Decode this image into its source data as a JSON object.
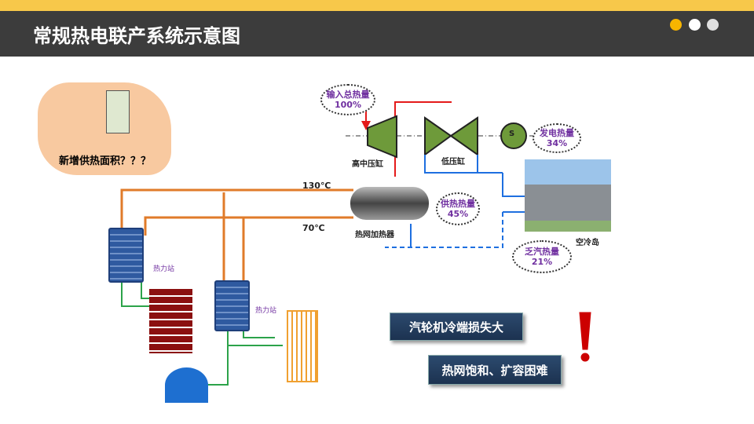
{
  "header": {
    "title": "常规热电联产系统示意图"
  },
  "colors": {
    "accent": "#f7c84a",
    "header": "#3c3c3c",
    "dots": [
      "#f7b500",
      "#ffffff",
      "#e0e0e0"
    ]
  },
  "demand": {
    "label": "新增供热面积？？？"
  },
  "temps": {
    "supply": "130℃",
    "return": "70℃"
  },
  "equipment": {
    "hp_turbine": "高中压缸",
    "lp_turbine": "低压缸",
    "heater": "热网加热器",
    "air_cooler": "空冷岛",
    "generator_symbol": "S",
    "station_1": "热力站",
    "station_2": "热力站"
  },
  "bubbles": {
    "input": {
      "label": "输入总热量",
      "value": "100%"
    },
    "power": {
      "label": "发电热量",
      "value": "34%"
    },
    "heat": {
      "label": "供热热量",
      "value": "45%"
    },
    "exhaust": {
      "label": "乏汽热量",
      "value": "21%"
    }
  },
  "callouts": {
    "btn1": "汽轮机冷端损失大",
    "btn2": "热网饱和、扩容困难",
    "warning_symbol": "!"
  }
}
